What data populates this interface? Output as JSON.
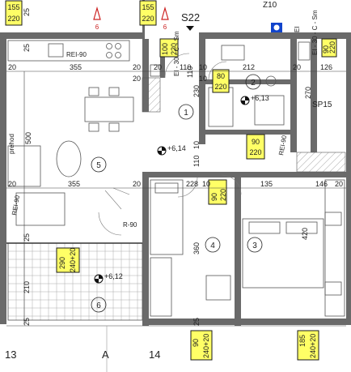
{
  "header": {
    "stair_label": "S22",
    "zone_label": "Z10",
    "door_tags_top": [
      {
        "w": "155",
        "h": "220",
        "code": "6"
      },
      {
        "w": "155",
        "h": "220",
        "code": "6"
      }
    ]
  },
  "rooms": [
    {
      "number": "1"
    },
    {
      "number": "2"
    },
    {
      "number": "3"
    },
    {
      "number": "4"
    },
    {
      "number": "5"
    },
    {
      "number": "6"
    }
  ],
  "room_names": {
    "sp15": "SP15"
  },
  "levels": {
    "l1": "+6,13",
    "l2": "+6,14",
    "l3": "+6,12"
  },
  "wall_labels": {
    "rei90_top": "REI-90",
    "rei90_left": "REI-90",
    "rei90_mid": "REI-90",
    "r90": "R-90",
    "shaft_left": "EI - 30 - C - Sm",
    "shaft_right": "EI - 30 - C - Sm",
    "shaft_far": "EI"
  },
  "left_note": "prehod",
  "door_tags": [
    {
      "w": "80",
      "h": "220"
    },
    {
      "w": "100",
      "h": "220"
    },
    {
      "w": "90",
      "h": "220"
    },
    {
      "w": "90",
      "h": "220"
    },
    {
      "w": "90",
      "h": "220"
    },
    {
      "w": "290",
      "h": "240+20"
    },
    {
      "w": "90",
      "h": "240+20"
    },
    {
      "w": "185",
      "h": "240+20"
    }
  ],
  "dims": {
    "d20a": "20",
    "d355a": "355",
    "d20b": "20",
    "d110a": "110",
    "d10a": "10",
    "d212": "212",
    "d20c": "20",
    "d126": "126",
    "d25a": "25",
    "d230": "230",
    "d270": "270",
    "d500": "500",
    "d110b": "110",
    "d10b": "10",
    "d355b": "355",
    "d20d": "20",
    "d228": "228",
    "d10c": "10",
    "d135": "135",
    "d146": "146",
    "d20e": "20",
    "d360": "360",
    "d420": "420",
    "d210": "210",
    "d25b": "25",
    "d25c": "25",
    "d20f": "20",
    "d10d": "10",
    "d25e": "25",
    "d25f": "25",
    "d20g": "20",
    "d110c": "110",
    "d20h": "20"
  },
  "grid_axes": {
    "a13": "13",
    "aA": "A",
    "a14": "14"
  },
  "colors": {
    "tag_fill": "#ffff66",
    "tag_stroke": "#1a1a1a",
    "wall": "#555555",
    "red": "#cc2222",
    "blue": "#1144cc"
  }
}
